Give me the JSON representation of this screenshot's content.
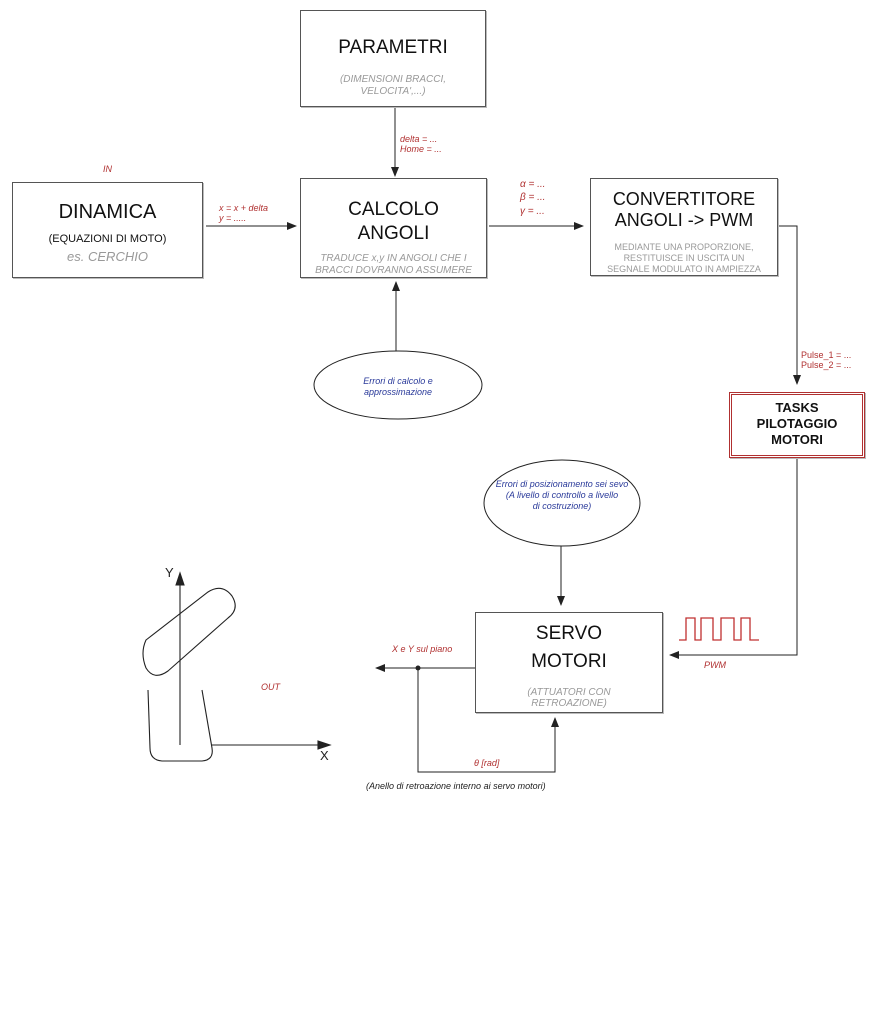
{
  "blocks": {
    "parametri": {
      "title": "PARAMETRI",
      "sub_1": "(DIMENSIONI BRACCI,",
      "sub_2": "VELOCITA',...)"
    },
    "dinamica": {
      "title": "DINAMICA",
      "line_2": "(EQUAZIONI DI MOTO)",
      "line_3": "es. CERCHIO"
    },
    "calcolo": {
      "title_1": "CALCOLO",
      "title_2": "ANGOLI",
      "sub_1": "TRADUCE x,y IN ANGOLI CHE I",
      "sub_2": "BRACCI DOVRANNO ASSUMERE"
    },
    "convertitore": {
      "title_1": "CONVERTITORE",
      "title_2": "ANGOLI -> PWM",
      "sub_1": "MEDIANTE UNA PROPORZIONE,",
      "sub_2": "RESTITUISCE IN USCITA UN",
      "sub_3": "SEGNALE MODULATO IN AMPIEZZA"
    },
    "tasks": {
      "title_1": "TASKS",
      "title_2": "PILOTAGGIO",
      "title_3": "MOTORI"
    },
    "servo": {
      "title_1": "SERVO",
      "title_2": "MOTORI",
      "sub_1": "(ATTUATORI CON",
      "sub_2": "RETROAZIONE)"
    }
  },
  "labels": {
    "in": "IN",
    "delta": "delta = ...",
    "home": "Home = ...",
    "x_eq": "x = x + delta",
    "y_eq": "y = .....",
    "alpha": "α = ...",
    "beta": "β = ...",
    "gamma": "γ = ...",
    "pulse_1": "Pulse_1 = ...",
    "pulse_2": "Pulse_2 = ...",
    "pwm": "PWM",
    "out": "OUT",
    "xy_plane": "X e Y sul piano",
    "theta": "θ [rad]",
    "feedback_loop": "(Anello di retroazione interno ai servo motori)",
    "axis_y": "Y",
    "axis_x": "X"
  },
  "ellipses": {
    "calc_errors": {
      "line_1": "Errori di calcolo e",
      "line_2": "approssimazione"
    },
    "pos_errors": {
      "line_1": "Errori di posizionamento sei sevo",
      "line_2": "(A livello di controllo a livello",
      "line_3": "di costruzione)"
    }
  },
  "colors": {
    "label_red": "#b03030",
    "ellipse_text": "#2a3a9a",
    "tasks_border": "#b03030",
    "pwm_signal": "#c03030"
  }
}
